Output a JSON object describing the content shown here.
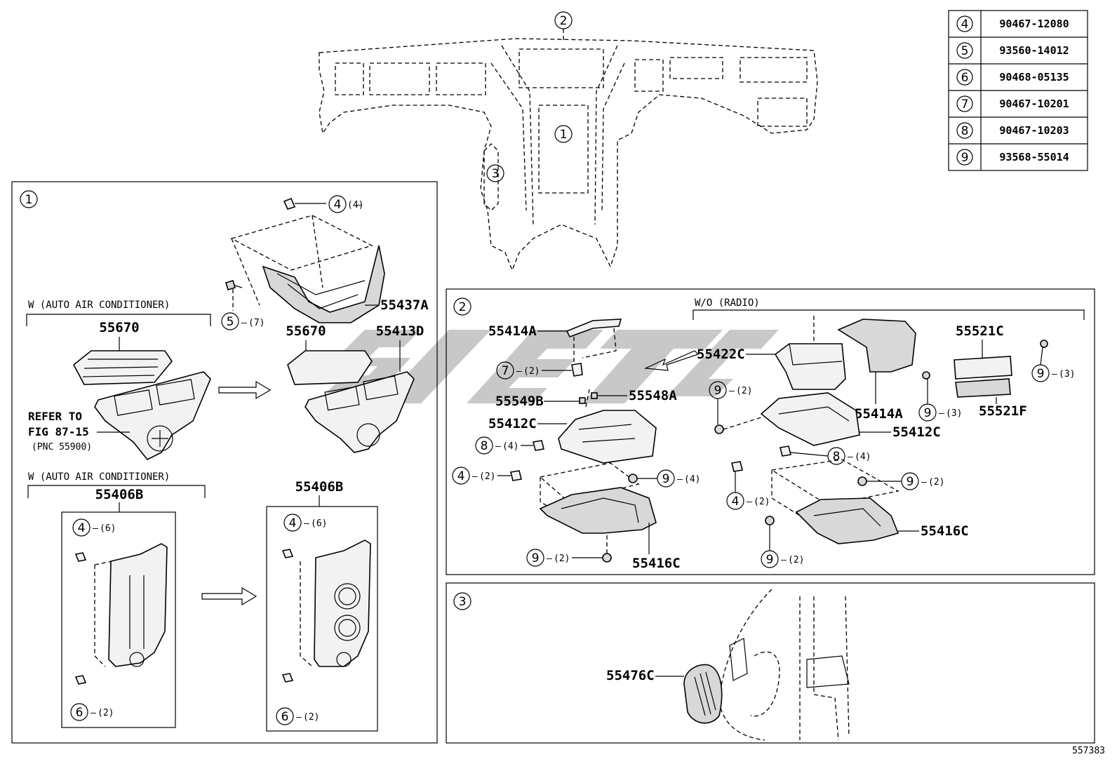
{
  "diagram_id": "557383",
  "table": [
    {
      "ref": "4",
      "part": "90467-12080"
    },
    {
      "ref": "5",
      "part": "93560-14012"
    },
    {
      "ref": "6",
      "part": "90468-05135"
    },
    {
      "ref": "7",
      "part": "90467-10201"
    },
    {
      "ref": "8",
      "part": "90467-10203"
    },
    {
      "ref": "9",
      "part": "93568-55014"
    }
  ],
  "overview": {
    "callout_1": "1",
    "callout_2": "2",
    "callout_3": "3"
  },
  "panel1": {
    "number": "1",
    "cond_a": "W (AUTO AIR CONDITIONER)",
    "cond_b": "W (AUTO AIR CONDITIONER)",
    "refer_line1": "REFER TO",
    "refer_line2": "FIG 87-15",
    "refer_line3": "(PNC 55900)",
    "parts": {
      "p55437A": "55437A",
      "p55670_a": "55670",
      "p55670_b": "55670",
      "p55413D": "55413D",
      "p55406B_a": "55406B",
      "p55406B_b": "55406B"
    },
    "refs": {
      "r4_top": {
        "num": "4",
        "qty": "(4)"
      },
      "r5": {
        "num": "5",
        "qty": "(7)"
      },
      "r4_left": {
        "num": "4",
        "qty": "(6)"
      },
      "r6_left": {
        "num": "6",
        "qty": "(2)"
      },
      "r4_right": {
        "num": "4",
        "qty": "(6)"
      },
      "r6_right": {
        "num": "6",
        "qty": "(2)"
      }
    }
  },
  "panel2": {
    "number": "2",
    "cond": "W/O (RADIO)",
    "parts": {
      "p55414A_a": "55414A",
      "p55549B": "55549B",
      "p55548A": "55548A",
      "p55412C_a": "55412C",
      "p55416C_a": "55416C",
      "p55422C": "55422C",
      "p55414A_b": "55414A",
      "p55412C_b": "55412C",
      "p55416C_b": "55416C",
      "p55521C": "55521C",
      "p55521F": "55521F"
    },
    "refs": {
      "r7": {
        "num": "7",
        "qty": "(2)"
      },
      "r8_a": {
        "num": "8",
        "qty": "(4)"
      },
      "r4_a": {
        "num": "4",
        "qty": "(2)"
      },
      "r9_a": {
        "num": "9",
        "qty": "(4)"
      },
      "r9_b": {
        "num": "9",
        "qty": "(2)"
      },
      "r9_c": {
        "num": "9",
        "qty": "(2)"
      },
      "r9_d": {
        "num": "9",
        "qty": "(3)"
      },
      "r9_e": {
        "num": "9",
        "qty": "(3)"
      },
      "r8_b": {
        "num": "8",
        "qty": "(4)"
      },
      "r9_f": {
        "num": "9",
        "qty": "(2)"
      },
      "r4_b": {
        "num": "4",
        "qty": "(2)"
      },
      "r9_g": {
        "num": "9",
        "qty": "(2)"
      }
    }
  },
  "panel3": {
    "number": "3",
    "parts": {
      "p55476C": "55476C"
    }
  }
}
